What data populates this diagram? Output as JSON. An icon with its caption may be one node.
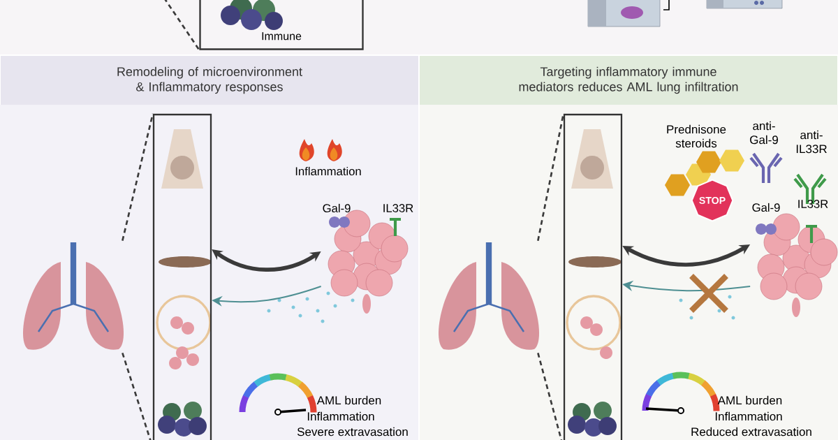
{
  "diagram": {
    "nodes": [
      {
        "text": [
          "Immune"
        ]
      },
      {
        "text": [
          "Remodeling of microenvironment & Inflammatory responses"
        ]
      },
      {
        "text": [
          "Targeting inflammatory immune mediators reduces AML lung infiltration"
        ]
      },
      {
        "text": [],
        "shape": "picture"
      },
      {
        "text": [],
        "shape": "box"
      },
      {
        "text": [],
        "shape": "picture"
      },
      {
        "text": [],
        "shape": "picture"
      },
      {
        "text": [],
        "shape": "box"
      },
      {
        "text": [
          "STOP"
        ]
      },
      {
        "text": [],
        "shape": "picture"
      }
    ],
    "edges": [
      {
        "from": null,
        "to": 0,
        "arrow": "none",
        "style": "dashed"
      },
      {
        "from": 3,
        "to": 4,
        "arrow": "none",
        "style": "dashed"
      },
      {
        "from": 3,
        "to": 4,
        "arrow": "none",
        "style": "dashed"
      },
      {
        "from": 4,
        "to": 5,
        "arrow": "both",
        "style": "thick"
      },
      {
        "from": 5,
        "to": 4,
        "arrow": "to",
        "color": "#4e8f92"
      },
      {
        "from": 6,
        "to": 7,
        "arrow": "none",
        "style": "dashed"
      },
      {
        "from": 6,
        "to": 7,
        "arrow": "none",
        "style": "dashed"
      },
      {
        "from": 7,
        "to": 9,
        "arrow": "both",
        "style": "thick"
      },
      {
        "from": 9,
        "to": 7,
        "arrow": "to",
        "color": "#4e8f92"
      }
    ],
    "labels": [
      "Inflammation",
      "Gal-9",
      "IL33R",
      "AML burden",
      "Inflammation",
      "Severe extravasation",
      "Prednisone steroids",
      "anti- Gal-9",
      "anti- IL33R",
      "Gal-9",
      "IL33R",
      "AML burden",
      "Inflammation",
      "Reduced extravasation"
    ]
  }
}
